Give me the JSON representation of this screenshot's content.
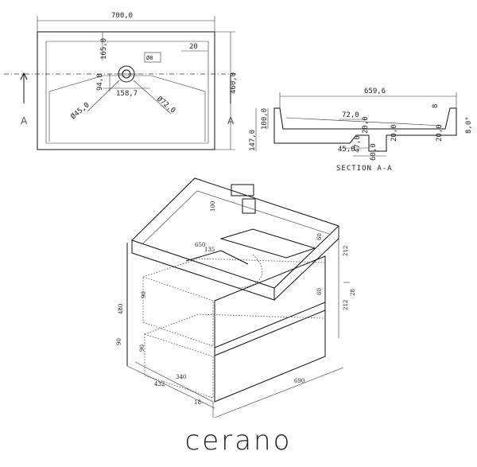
{
  "basin_top_view": {
    "width_label": "700,0",
    "depth_label": "460,0",
    "tap_offset_label": "165,0",
    "right_margin_label": "20",
    "tap_hole_label": "Ø8",
    "drain_height_label": "94,8",
    "drain_offset_label": "158,7",
    "drain_dia_label": "Ø45,0",
    "bowl_dia_label": "Ø72,0",
    "section_marker_left": "A",
    "section_marker_right": "A"
  },
  "basin_section": {
    "inner_width_label": "659,6",
    "rim_label": "8",
    "bowl_depth_label": "100,0",
    "total_height_label": "147,0",
    "drain_width_label": "72,0",
    "drain_neck_label": "20,0",
    "lip_height_label": "20,0",
    "bottom_label": "47,0",
    "drain_base_label": "45,0",
    "outlet_label": "60,0",
    "slope_angle_label": "8,0°",
    "right_edge_label": "20,0",
    "title": "SECTION A-A"
  },
  "cabinet": {
    "back_height": "100",
    "inner_width": "650",
    "side_gap": "135",
    "top_offset": "60",
    "mid_offset": "60",
    "drawer_height_top": "212",
    "drawer_height_bottom": "212",
    "drawer_gap": "28",
    "overall_height": "480",
    "inner_drawer_top": "90",
    "inner_drawer_bottom": "90",
    "plinth": "90",
    "drawer_depth": "340",
    "overall_depth": "432",
    "front_thickness": "18",
    "overall_width": "690"
  },
  "brand": "cerano"
}
